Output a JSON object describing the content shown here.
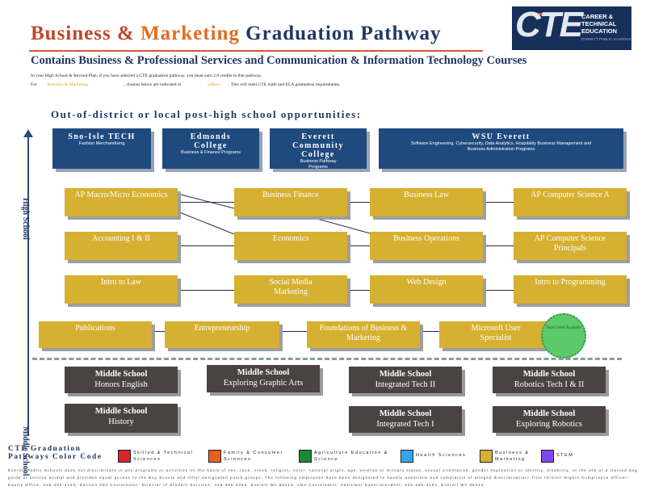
{
  "header": {
    "title_p1": "Business & ",
    "title_p2": "Marketing ",
    "title_p3": "Graduation Pathway",
    "subtitle": "Contains Business & Professional Services and Communication & Information Technology Courses",
    "intro_line1": "In your High School & Beyond Plan, if you have selected a CTE graduation pathway, you must earn 2.0 credits in that pathway.",
    "intro_line2_a": "For",
    "intro_line2_b": "Business & Marketing",
    "intro_line2_c": ", choices below are indicated in",
    "intro_line2_d": "yellow",
    "intro_line2_e": ". This will meet CTE math and ELA graduation requirements."
  },
  "logo": {
    "mark": "CTE",
    "line1": "CAREER &",
    "line2": "TECHNICAL",
    "line3": "EDUCATION",
    "line4": "EVERETT PUBLIC SCHOOLS"
  },
  "opportunities_heading": "Out-of-district or local post-high school opportunities:",
  "axis": {
    "high": "High School",
    "middle": "Middle School"
  },
  "post_high": [
    {
      "name": "Sno-Isle TECH",
      "sub": "Fashion Merchandising"
    },
    {
      "name": "Edmonds College",
      "sub": "Business & Finance Programs"
    },
    {
      "name": "Everett Community College",
      "sub": "Business Pathway Programs"
    },
    {
      "name": "WSU Everett",
      "sub": "Software Engineering, Cybersecurity, Data Analytics, Hospitality Business Management and Business Administration Programs"
    }
  ],
  "high_school": {
    "row1": [
      "AP Macro/Micro Economics",
      "Business Finance",
      "Business Law",
      "AP Computer Science A"
    ],
    "row2": [
      "Accounting I & II",
      "Economics",
      "Business Operations",
      "AP Computer Science Principals"
    ],
    "row3": [
      "Intro to Law",
      "Social Media Marketing",
      "Web Design",
      "Intro to Programming"
    ],
    "row4": [
      "Publications",
      "Entrepreneurship",
      "Foundations of Business & Marketing",
      "Microsoft User Specialist"
    ]
  },
  "seal_text": "Dual Credit Available",
  "middle_school": [
    {
      "label": "Middle School",
      "course": "Honors English"
    },
    {
      "label": "Middle School",
      "course": "Exploring Graphic Arts"
    },
    {
      "label": "Middle School",
      "course": "Integrated Tech II"
    },
    {
      "label": "Middle School",
      "course": "Robotics Tech I & II"
    },
    {
      "label": "Middle School",
      "course": "History"
    },
    {
      "label": "Middle School",
      "course": "Integrated Tech I"
    },
    {
      "label": "Middle School",
      "course": "Exploring Robotics"
    }
  ],
  "legend": {
    "title": "CTE Graduation Pathways Color Code",
    "items": [
      {
        "label": "Skilled & Technical Sciences",
        "color": "#d7262b"
      },
      {
        "label": "Family & Consumer Sciences",
        "color": "#e8601e"
      },
      {
        "label": "Agriculture Education & Science",
        "color": "#198a3a"
      },
      {
        "label": "Health Sciences",
        "color": "#33a6ea"
      },
      {
        "label": "Business & Marketing",
        "color": "#d6b030"
      },
      {
        "label": "STEM",
        "color": "#7e48e6"
      }
    ]
  },
  "footer": "Everett Public Schools does not discriminate in any programs or activities on the basis of sex, race, creed, religion, color, national origin, age, veteran or military status, sexual orientation, gender expression or identity, disability, or the use of a trained dog guide or service animal and provides equal access to the Boy Scouts and other designated youth groups. The following employees have been designated to handle questions and complaints of alleged discrimination: Title IX/Civil Rights Compliance Officer: Equity Office, 425-385-4152; Section 504 Coordinator: Director of Student Services, 425-385-4063. Everett WA 98213. ADA Coordinator: Assistant Superintendent, 425-385-4104, Everett WA 98213.",
  "colors": {
    "navy": "#1e4a7e",
    "gold": "#d6b030",
    "dark": "#4a4342",
    "title_red": "#c0462a",
    "title_orange": "#e36c1f"
  }
}
